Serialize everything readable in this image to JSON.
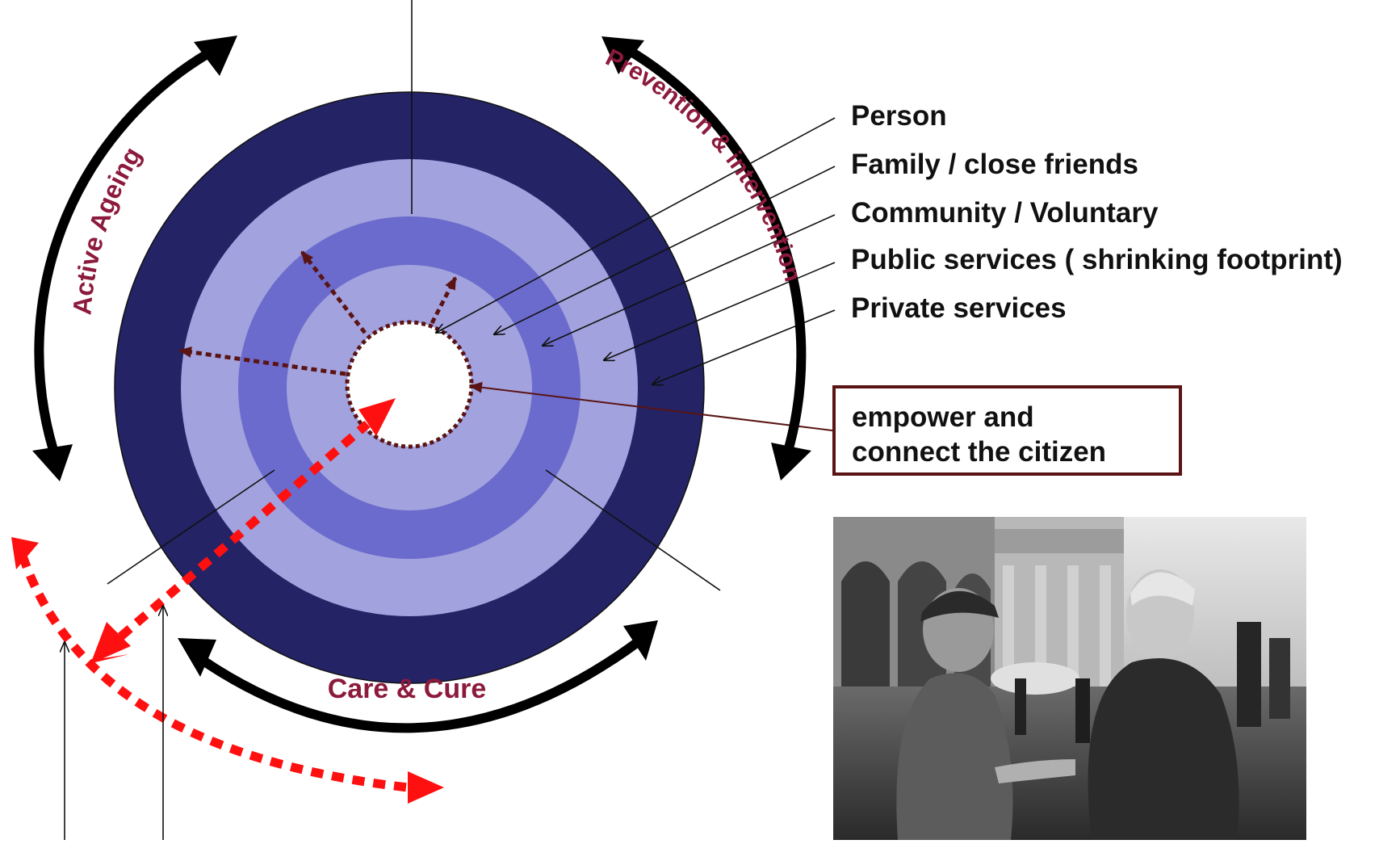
{
  "layers": [
    {
      "label": "Person"
    },
    {
      "label": "Family / close friends"
    },
    {
      "label": "Community / Voluntary"
    },
    {
      "label": "Public services ( shrinking footprint)"
    },
    {
      "label": "Private services"
    }
  ],
  "arcs": {
    "active_ageing": "Active Ageing",
    "prevention": "Prevention & intervention",
    "care_cure": "Care & Cure"
  },
  "callout": {
    "line1": "empower and",
    "line2": "connect the citizen"
  },
  "colors": {
    "outer_ring": "#232366",
    "light_ring": "#a2a2de",
    "mid_ring": "#6b6bcd",
    "arc_label": "#8c1a3c",
    "red_arrow": "#ff1010",
    "dotted_arrow": "#5a1414"
  },
  "photo": {
    "subject": "two-elderly-men-talking-in-square"
  }
}
